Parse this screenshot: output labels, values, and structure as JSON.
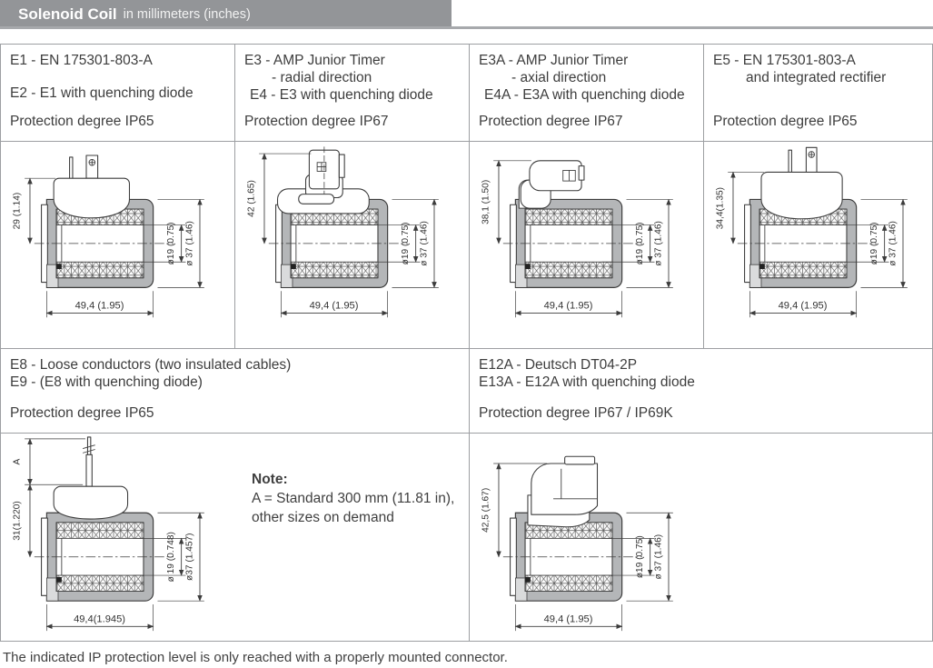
{
  "header": {
    "title": "Solenoid Coil",
    "subtitle": "in millimeters (inches)"
  },
  "cells": {
    "e1": {
      "line1": "E1 - EN 175301-803-A",
      "line2": "E2 - E1 with quenching diode",
      "protection": "Protection degree IP65"
    },
    "e3": {
      "line1": "E3 - AMP Junior Timer",
      "line2": "- radial direction",
      "line3": "E4 - E3 with quenching diode",
      "protection": "Protection degree IP67"
    },
    "e3a": {
      "line1": "E3A - AMP Junior Timer",
      "line2": "- axial direction",
      "line3": "E4A - E3A with quenching diode",
      "protection": "Protection degree IP67"
    },
    "e5": {
      "line1": "E5 - EN 175301-803-A",
      "line2": "and integrated rectifier",
      "protection": "Protection degree IP65"
    },
    "e8": {
      "line1": "E8 - Loose conductors (two insulated cables)",
      "line2": "E9 - (E8 with quenching diode)",
      "protection": "Protection degree IP65"
    },
    "e12a": {
      "line1": "E12A - Deutsch DT04-2P",
      "line2": "E13A - E12A with quenching diode",
      "protection": "Protection degree IP67 / IP69K"
    }
  },
  "drawings": {
    "e1": {
      "height": "29 (1.14)",
      "length": "49,4 (1.95)",
      "inner_dia": "ø19 (0.75)",
      "outer_dia": "ø 37 (1.46)"
    },
    "e3": {
      "height": "42 (1.65)",
      "length": "49,4 (1.95)",
      "inner_dia": "ø19 (0.75)",
      "outer_dia": "ø 37 (1.46)"
    },
    "e3a": {
      "height": "38,1 (1.50)",
      "length": "49,4 (1.95)",
      "inner_dia": "ø19 (0.75)",
      "outer_dia": "ø 37 (1.46)"
    },
    "e5": {
      "height": "34,4(1.35)",
      "length": "49,4 (1.95)",
      "inner_dia": "ø19 (0.75)",
      "outer_dia": "ø 37 (1.46)"
    },
    "e8": {
      "cable": "A",
      "height": "31(1.220)",
      "length": "49,4(1.945)",
      "inner_dia": "ø 19 (0.748)",
      "outer_dia": "ø37 (1.457)"
    },
    "e12a": {
      "height": "42,5 (1.67)",
      "length": "49,4 (1.95)",
      "inner_dia": "ø19 (0.75)",
      "outer_dia": "ø 37 (1.46)"
    }
  },
  "note": {
    "title": "Note:",
    "line1": "A = Standard 300 mm (11.81 in),",
    "line2": "other sizes on demand"
  },
  "footer": {
    "text": "The indicated IP protection level is only reached with a properly mounted connector."
  }
}
